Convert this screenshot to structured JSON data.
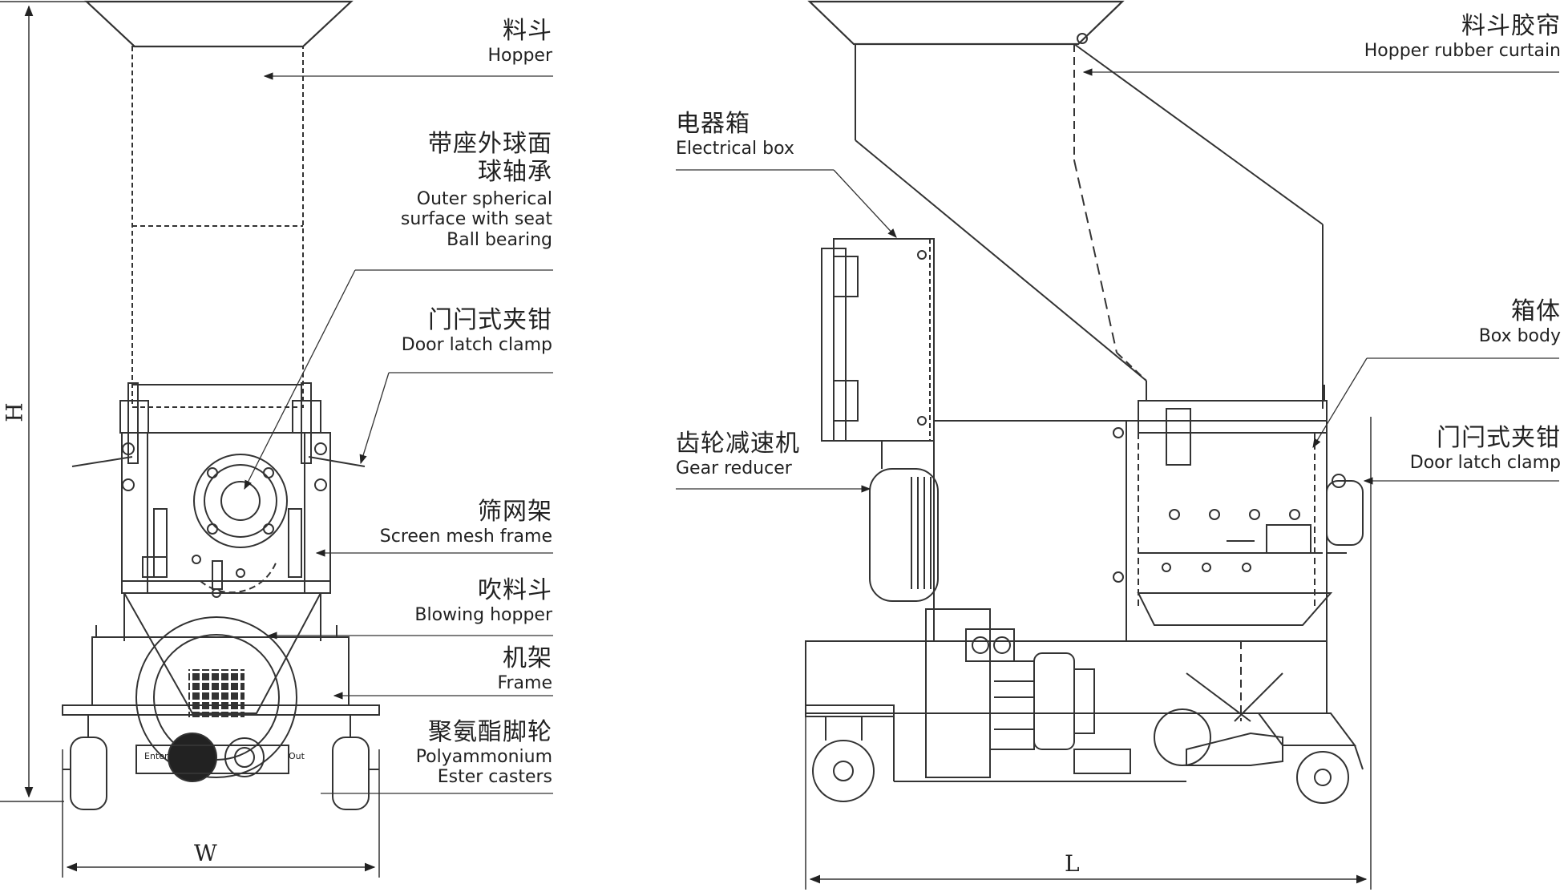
{
  "dimensions": {
    "height": "H",
    "width": "W",
    "length": "L"
  },
  "front_view": {
    "labels": {
      "hopper": {
        "zh": "料斗",
        "en": "Hopper"
      },
      "bearing": {
        "zh1": "带座外球面",
        "zh2": "球轴承",
        "en1": "Outer spherical",
        "en2": "surface with seat",
        "en3": "Ball bearing"
      },
      "door_latch": {
        "zh": "门闩式夹钳",
        "en": "Door latch clamp"
      },
      "screen_frame": {
        "zh": "筛网架",
        "en": "Screen mesh frame"
      },
      "blowing_hopper": {
        "zh": "吹料斗",
        "en": "Blowing hopper"
      },
      "frame": {
        "zh": "机架",
        "en": "Frame"
      },
      "casters": {
        "zh": "聚氨酯脚轮",
        "en1": "Polyammonium",
        "en2": "Ester casters"
      }
    },
    "fan_marks": {
      "enter": "Enter",
      "out": "Out"
    }
  },
  "side_view": {
    "labels": {
      "hopper_curtain": {
        "zh": "料斗胶帘",
        "en": "Hopper rubber curtain"
      },
      "electrical_box": {
        "zh": "电器箱",
        "en": "Electrical box"
      },
      "box_body": {
        "zh": "箱体",
        "en": "Box body"
      },
      "gear_reducer": {
        "zh": "齿轮减速机",
        "en": "Gear reducer"
      },
      "door_latch": {
        "zh": "门闩式夹钳",
        "en": "Door latch clamp"
      }
    }
  }
}
